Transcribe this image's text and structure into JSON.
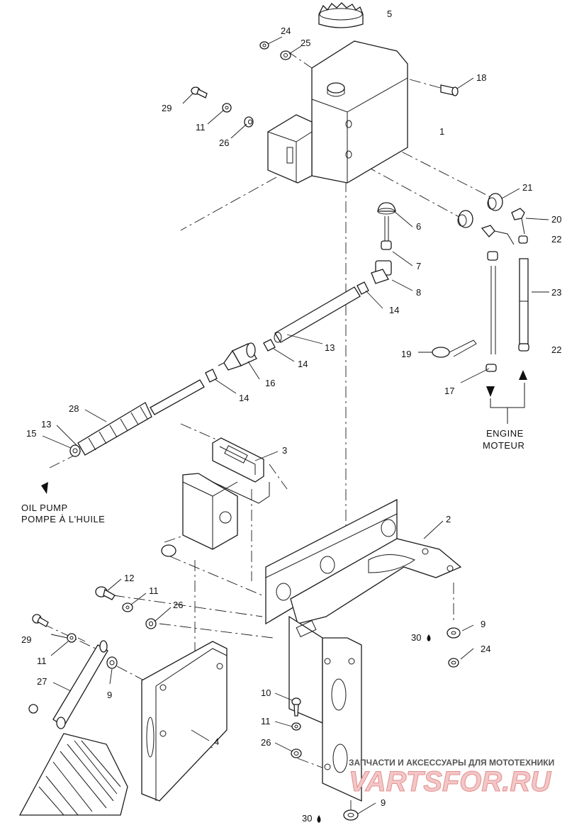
{
  "callouts": {
    "c1": "1",
    "c2": "2",
    "c3": "3",
    "c4": "4",
    "c5": "5",
    "c6": "6",
    "c7": "7",
    "c8": "8",
    "c9a": "9",
    "c9b": "9",
    "c9c": "9",
    "c10": "10",
    "c11a": "11",
    "c11b": "11",
    "c11c": "11",
    "c11d": "11",
    "c12": "12",
    "c13a": "13",
    "c13b": "13",
    "c14a": "14",
    "c14b": "14",
    "c14c": "14",
    "c15": "15",
    "c16": "16",
    "c17": "17",
    "c18": "18",
    "c19": "19",
    "c20": "20",
    "c21": "21",
    "c22a": "22",
    "c22b": "22",
    "c23": "23",
    "c24a": "24",
    "c24b": "24",
    "c25": "25",
    "c26a": "26",
    "c26b": "26",
    "c26c": "26",
    "c27": "27",
    "c28": "28",
    "c29a": "29",
    "c29b": "29",
    "c30a": "30",
    "c30b": "30"
  },
  "labels": {
    "engine_en": "ENGINE",
    "engine_fr": "MOTEUR",
    "oil_pump_en": "OIL PUMP",
    "oil_pump_fr": "POMPE À L'HUILE"
  },
  "watermark": {
    "tagline": "ЗАПЧАСТИ И АКСЕССУАРЫ ДЛЯ МОТОТЕХНИКИ",
    "logo": "VARTSFOR.RU"
  },
  "colors": {
    "line": "#1a1a1a",
    "watermark_fill": "#f3c7c7",
    "watermark_stroke": "#e38f8f"
  }
}
